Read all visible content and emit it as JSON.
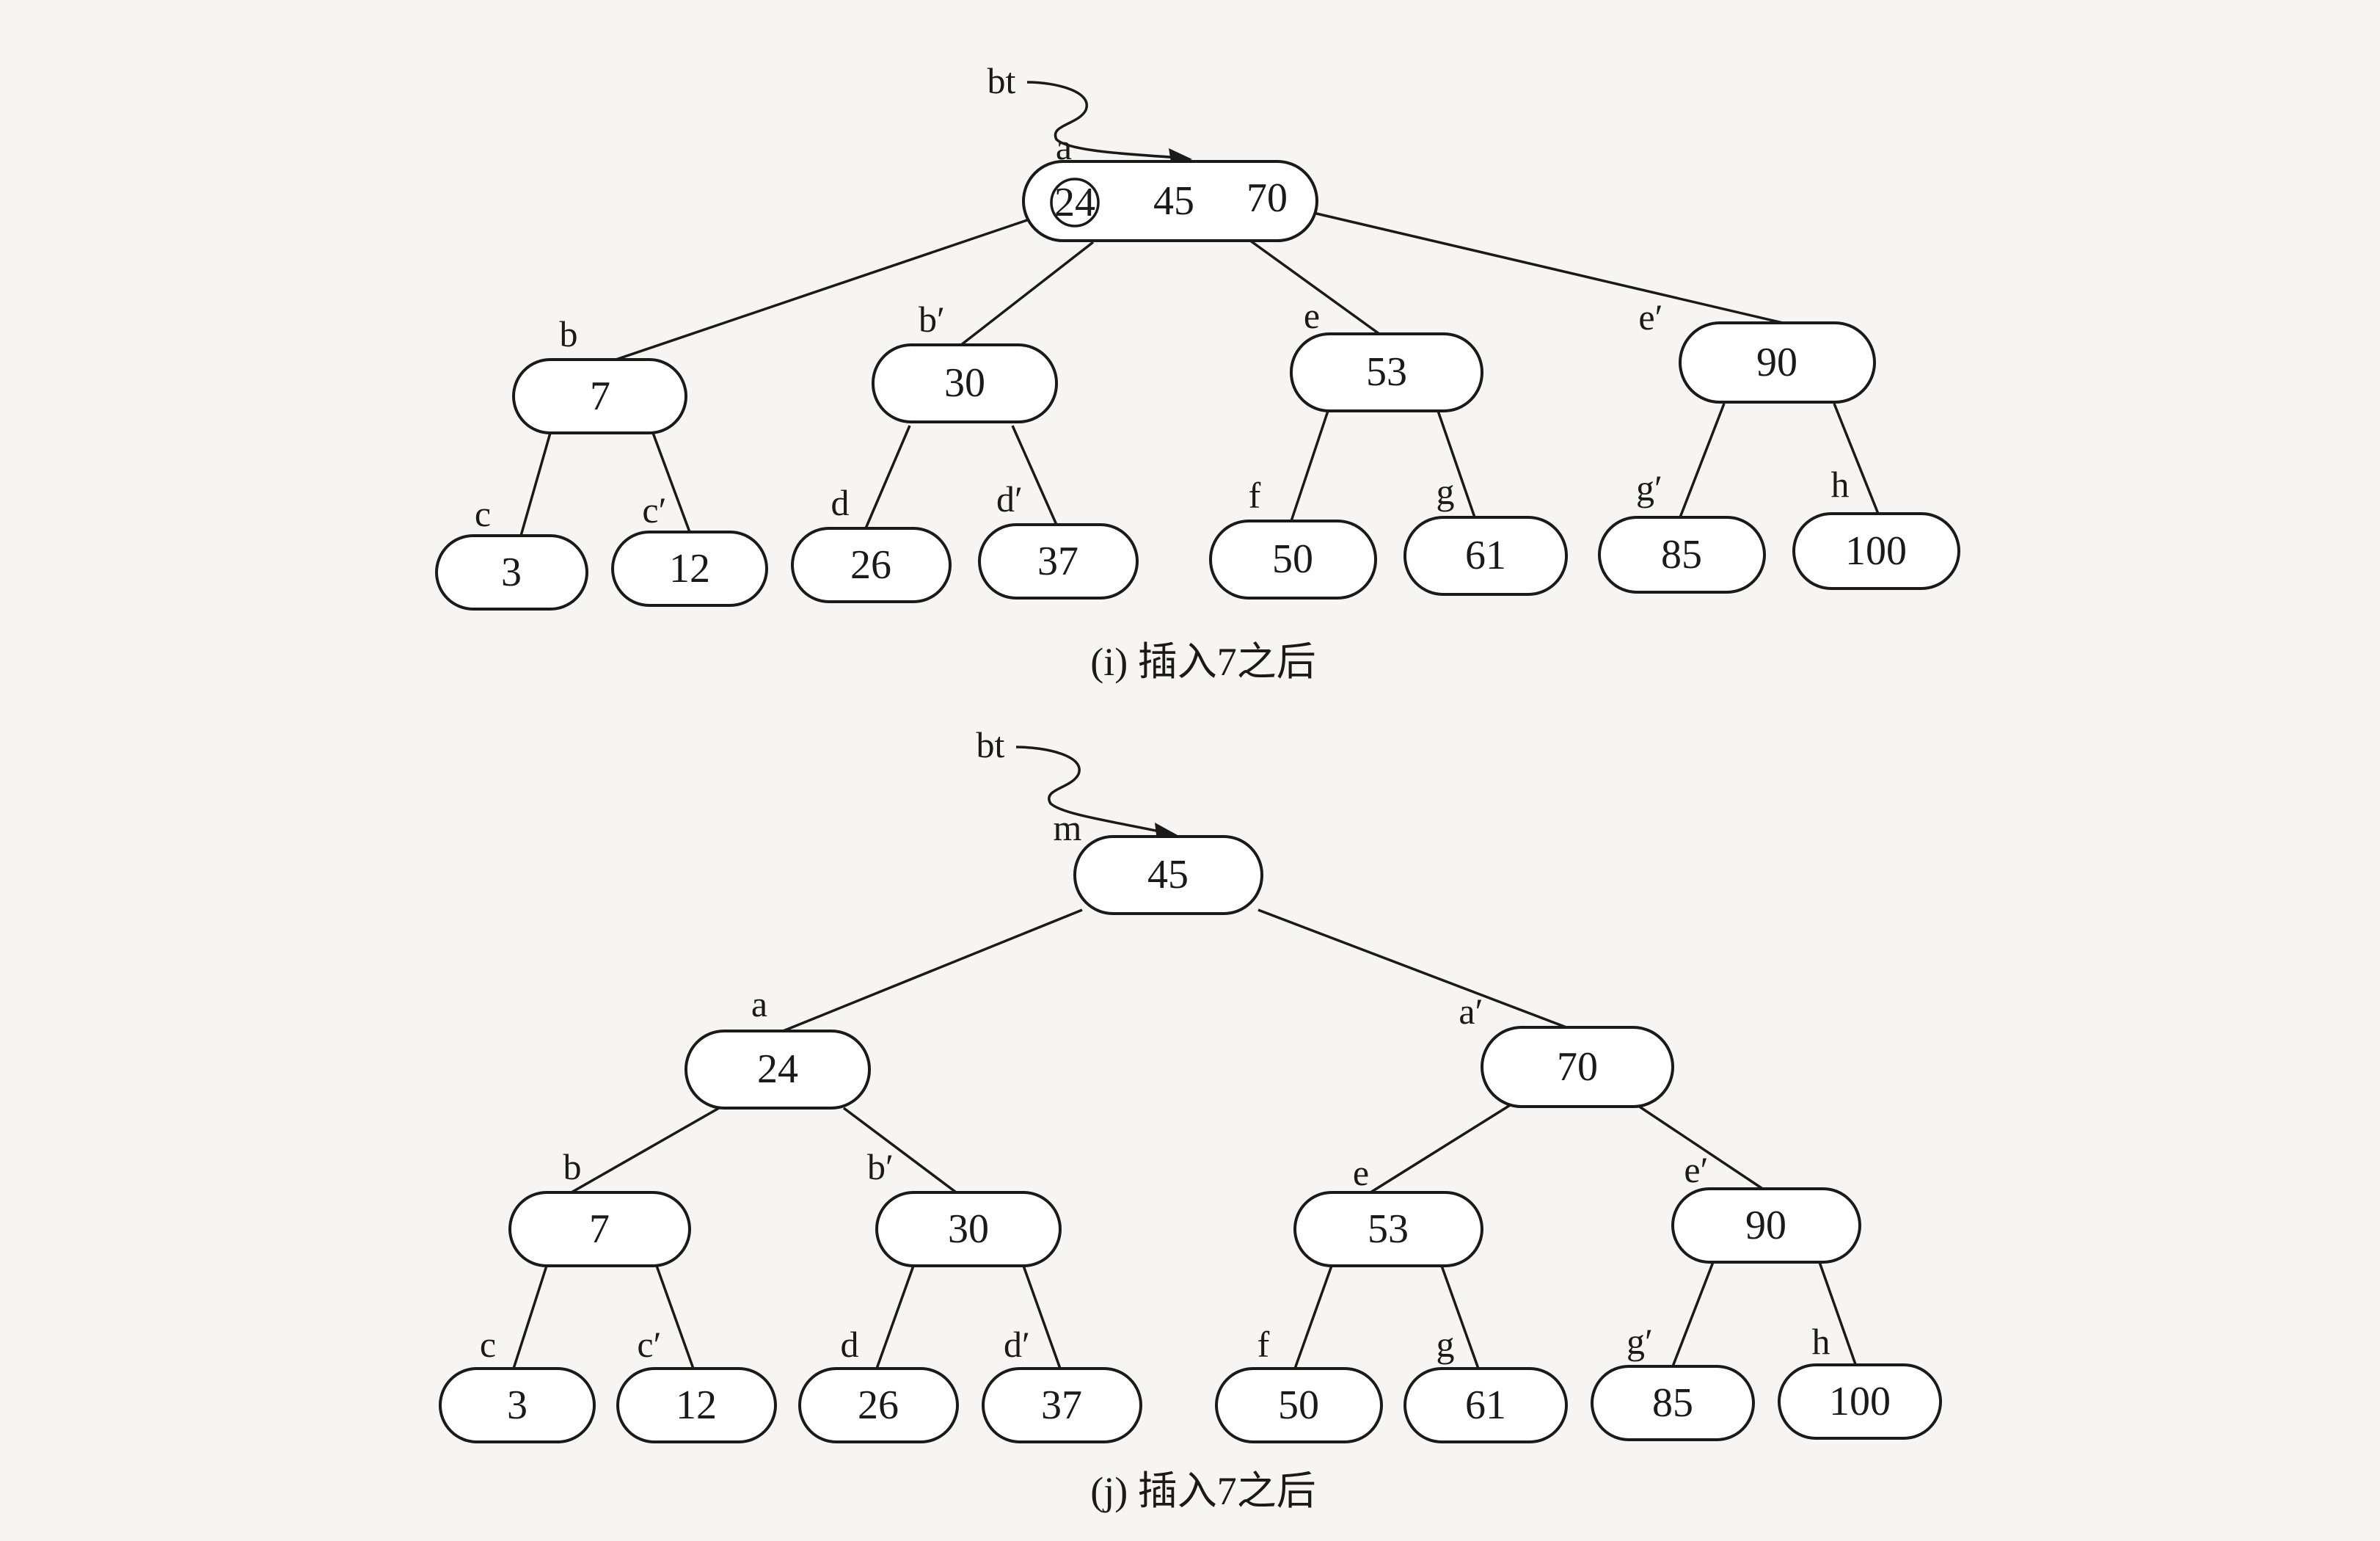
{
  "diagram_i": {
    "caption": "(i) 插入7之后",
    "pointer": "bt",
    "nodes": {
      "a": {
        "label": "a",
        "keys": [
          "24",
          "45",
          "70"
        ],
        "circled_key": "24"
      },
      "b": {
        "label": "b",
        "keys": [
          "7"
        ]
      },
      "b2": {
        "label": "b′",
        "keys": [
          "30"
        ]
      },
      "e": {
        "label": "e",
        "keys": [
          "53"
        ]
      },
      "e2": {
        "label": "e′",
        "keys": [
          "90"
        ]
      },
      "c": {
        "label": "c",
        "keys": [
          "3"
        ]
      },
      "c2": {
        "label": "c′",
        "keys": [
          "12"
        ]
      },
      "d": {
        "label": "d",
        "keys": [
          "26"
        ]
      },
      "d2": {
        "label": "d′",
        "keys": [
          "37"
        ]
      },
      "f": {
        "label": "f",
        "keys": [
          "50"
        ]
      },
      "g": {
        "label": "g",
        "keys": [
          "61"
        ]
      },
      "g2": {
        "label": "g′",
        "keys": [
          "85"
        ]
      },
      "h": {
        "label": "h",
        "keys": [
          "100"
        ]
      }
    }
  },
  "diagram_j": {
    "caption": "(j) 插入7之后",
    "pointer": "bt",
    "nodes": {
      "m": {
        "label": "m",
        "keys": [
          "45"
        ]
      },
      "a": {
        "label": "a",
        "keys": [
          "24"
        ]
      },
      "a2": {
        "label": "a′",
        "keys": [
          "70"
        ]
      },
      "b": {
        "label": "b",
        "keys": [
          "7"
        ]
      },
      "b2": {
        "label": "b′",
        "keys": [
          "30"
        ]
      },
      "e": {
        "label": "e",
        "keys": [
          "53"
        ]
      },
      "e2": {
        "label": "e′",
        "keys": [
          "90"
        ]
      },
      "c": {
        "label": "c",
        "keys": [
          "3"
        ]
      },
      "c2": {
        "label": "c′",
        "keys": [
          "12"
        ]
      },
      "d": {
        "label": "d",
        "keys": [
          "26"
        ]
      },
      "d2": {
        "label": "d′",
        "keys": [
          "37"
        ]
      },
      "f": {
        "label": "f",
        "keys": [
          "50"
        ]
      },
      "g": {
        "label": "g",
        "keys": [
          "61"
        ]
      },
      "g2": {
        "label": "g′",
        "keys": [
          "85"
        ]
      },
      "h": {
        "label": "h",
        "keys": [
          "100"
        ]
      }
    }
  }
}
